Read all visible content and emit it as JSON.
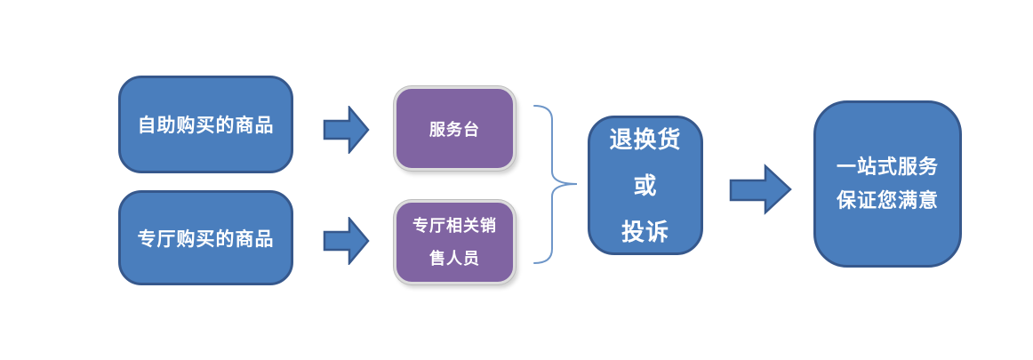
{
  "diagram": {
    "name": "returns-and-complaints-flow",
    "colors": {
      "blue_fill": "#4A7EBD",
      "blue_border": "#36588C",
      "purple_fill": "#8064A2",
      "purple_border": "#DCDCDC",
      "brace_stroke": "#6E96C8",
      "text": "#FFFFFF",
      "background": "#FFFFFF"
    },
    "nodes": {
      "self_purchase": {
        "label": "自助购买的商品"
      },
      "hall_purchase": {
        "label": "专厅购买的商品"
      },
      "service_desk": {
        "label": "服务台"
      },
      "hall_sales": {
        "lines": [
          "专厅相关销",
          "售人员"
        ]
      },
      "return_or_complaint": {
        "lines": [
          "退换货",
          "或",
          "投诉"
        ]
      },
      "one_stop_service": {
        "lines": [
          "一站式服务",
          "保证您满意"
        ]
      }
    },
    "connectors": {
      "arrow_1": "self_purchase -> service_desk",
      "arrow_2": "hall_purchase -> hall_sales",
      "brace": "service_desk + hall_sales -> return_or_complaint",
      "arrow_3": "return_or_complaint -> one_stop_service"
    }
  }
}
